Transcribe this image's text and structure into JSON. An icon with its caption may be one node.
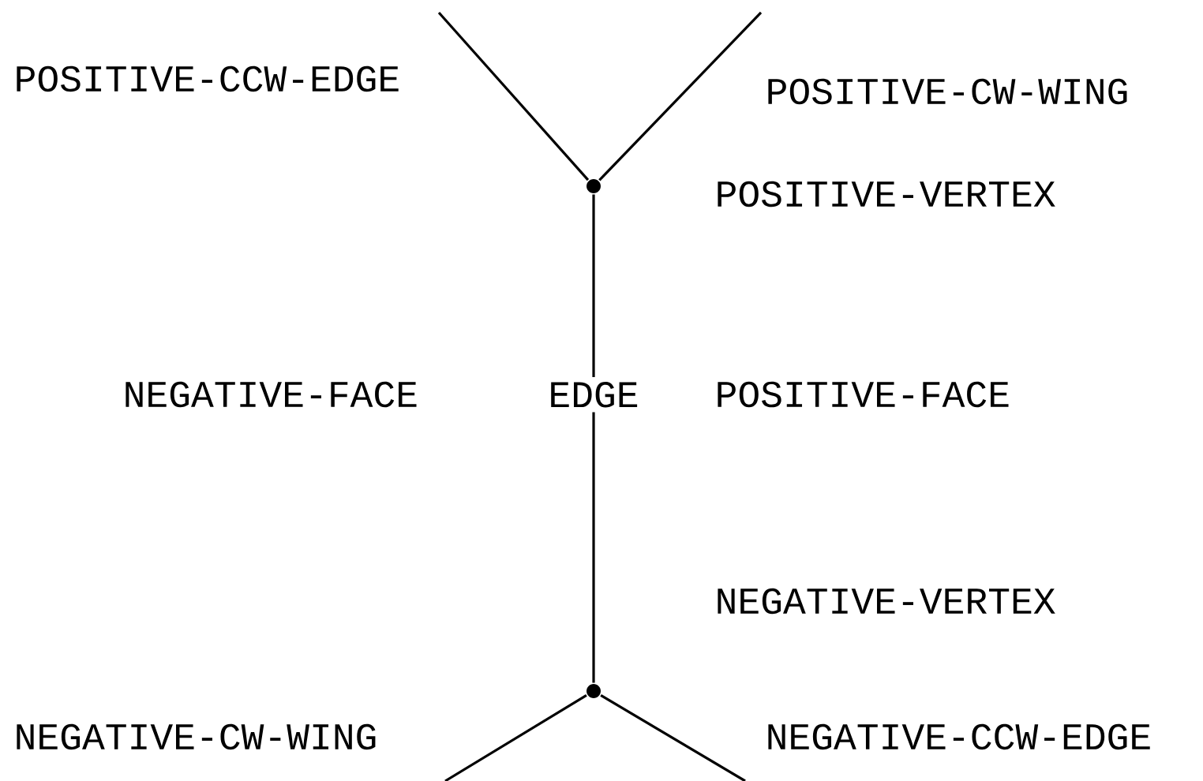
{
  "diagram": {
    "nodes": [
      {
        "text": [],
        "shape": "circle"
      },
      {
        "text": [],
        "shape": "circle"
      }
    ],
    "edges": [
      {
        "from": null,
        "to": 0,
        "arrow": "none"
      },
      {
        "from": null,
        "to": 0,
        "arrow": "none"
      },
      {
        "from": 0,
        "to": 1,
        "arrow": "none",
        "label": "EDGE"
      },
      {
        "from": 1,
        "to": null,
        "arrow": "none"
      },
      {
        "from": 1,
        "to": null,
        "arrow": "none"
      }
    ],
    "labels": [
      "POSITIVE-CCW-EDGE",
      "POSITIVE-CW-WING",
      "POSITIVE-VERTEX",
      "NEGATIVE-FACE",
      "POSITIVE-FACE",
      "NEGATIVE-VERTEX",
      "NEGATIVE-CW-WING",
      "NEGATIVE-CCW-EDGE"
    ]
  }
}
